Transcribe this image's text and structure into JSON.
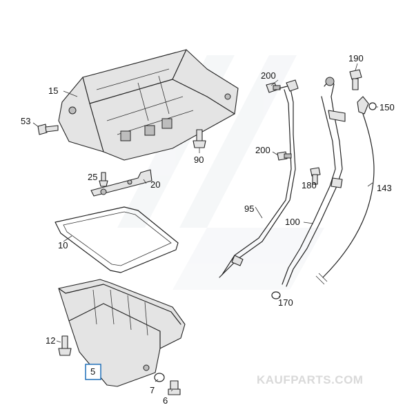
{
  "watermark": {
    "text": "KAUFPARTS.COM"
  },
  "colors": {
    "highlight": "#1f6fb8",
    "line": "#222222",
    "shade": "#e4e4e4"
  },
  "labels": {
    "p15": "15",
    "p53": "53",
    "p25": "25",
    "p20": "20",
    "p90": "90",
    "p200a": "200",
    "p200b": "200",
    "p190": "190",
    "p150": "150",
    "p180": "180",
    "p143": "143",
    "p95": "95",
    "p100": "100",
    "p10": "10",
    "p170": "170",
    "p12": "12",
    "p5": "5",
    "p7": "7",
    "p6": "6"
  }
}
